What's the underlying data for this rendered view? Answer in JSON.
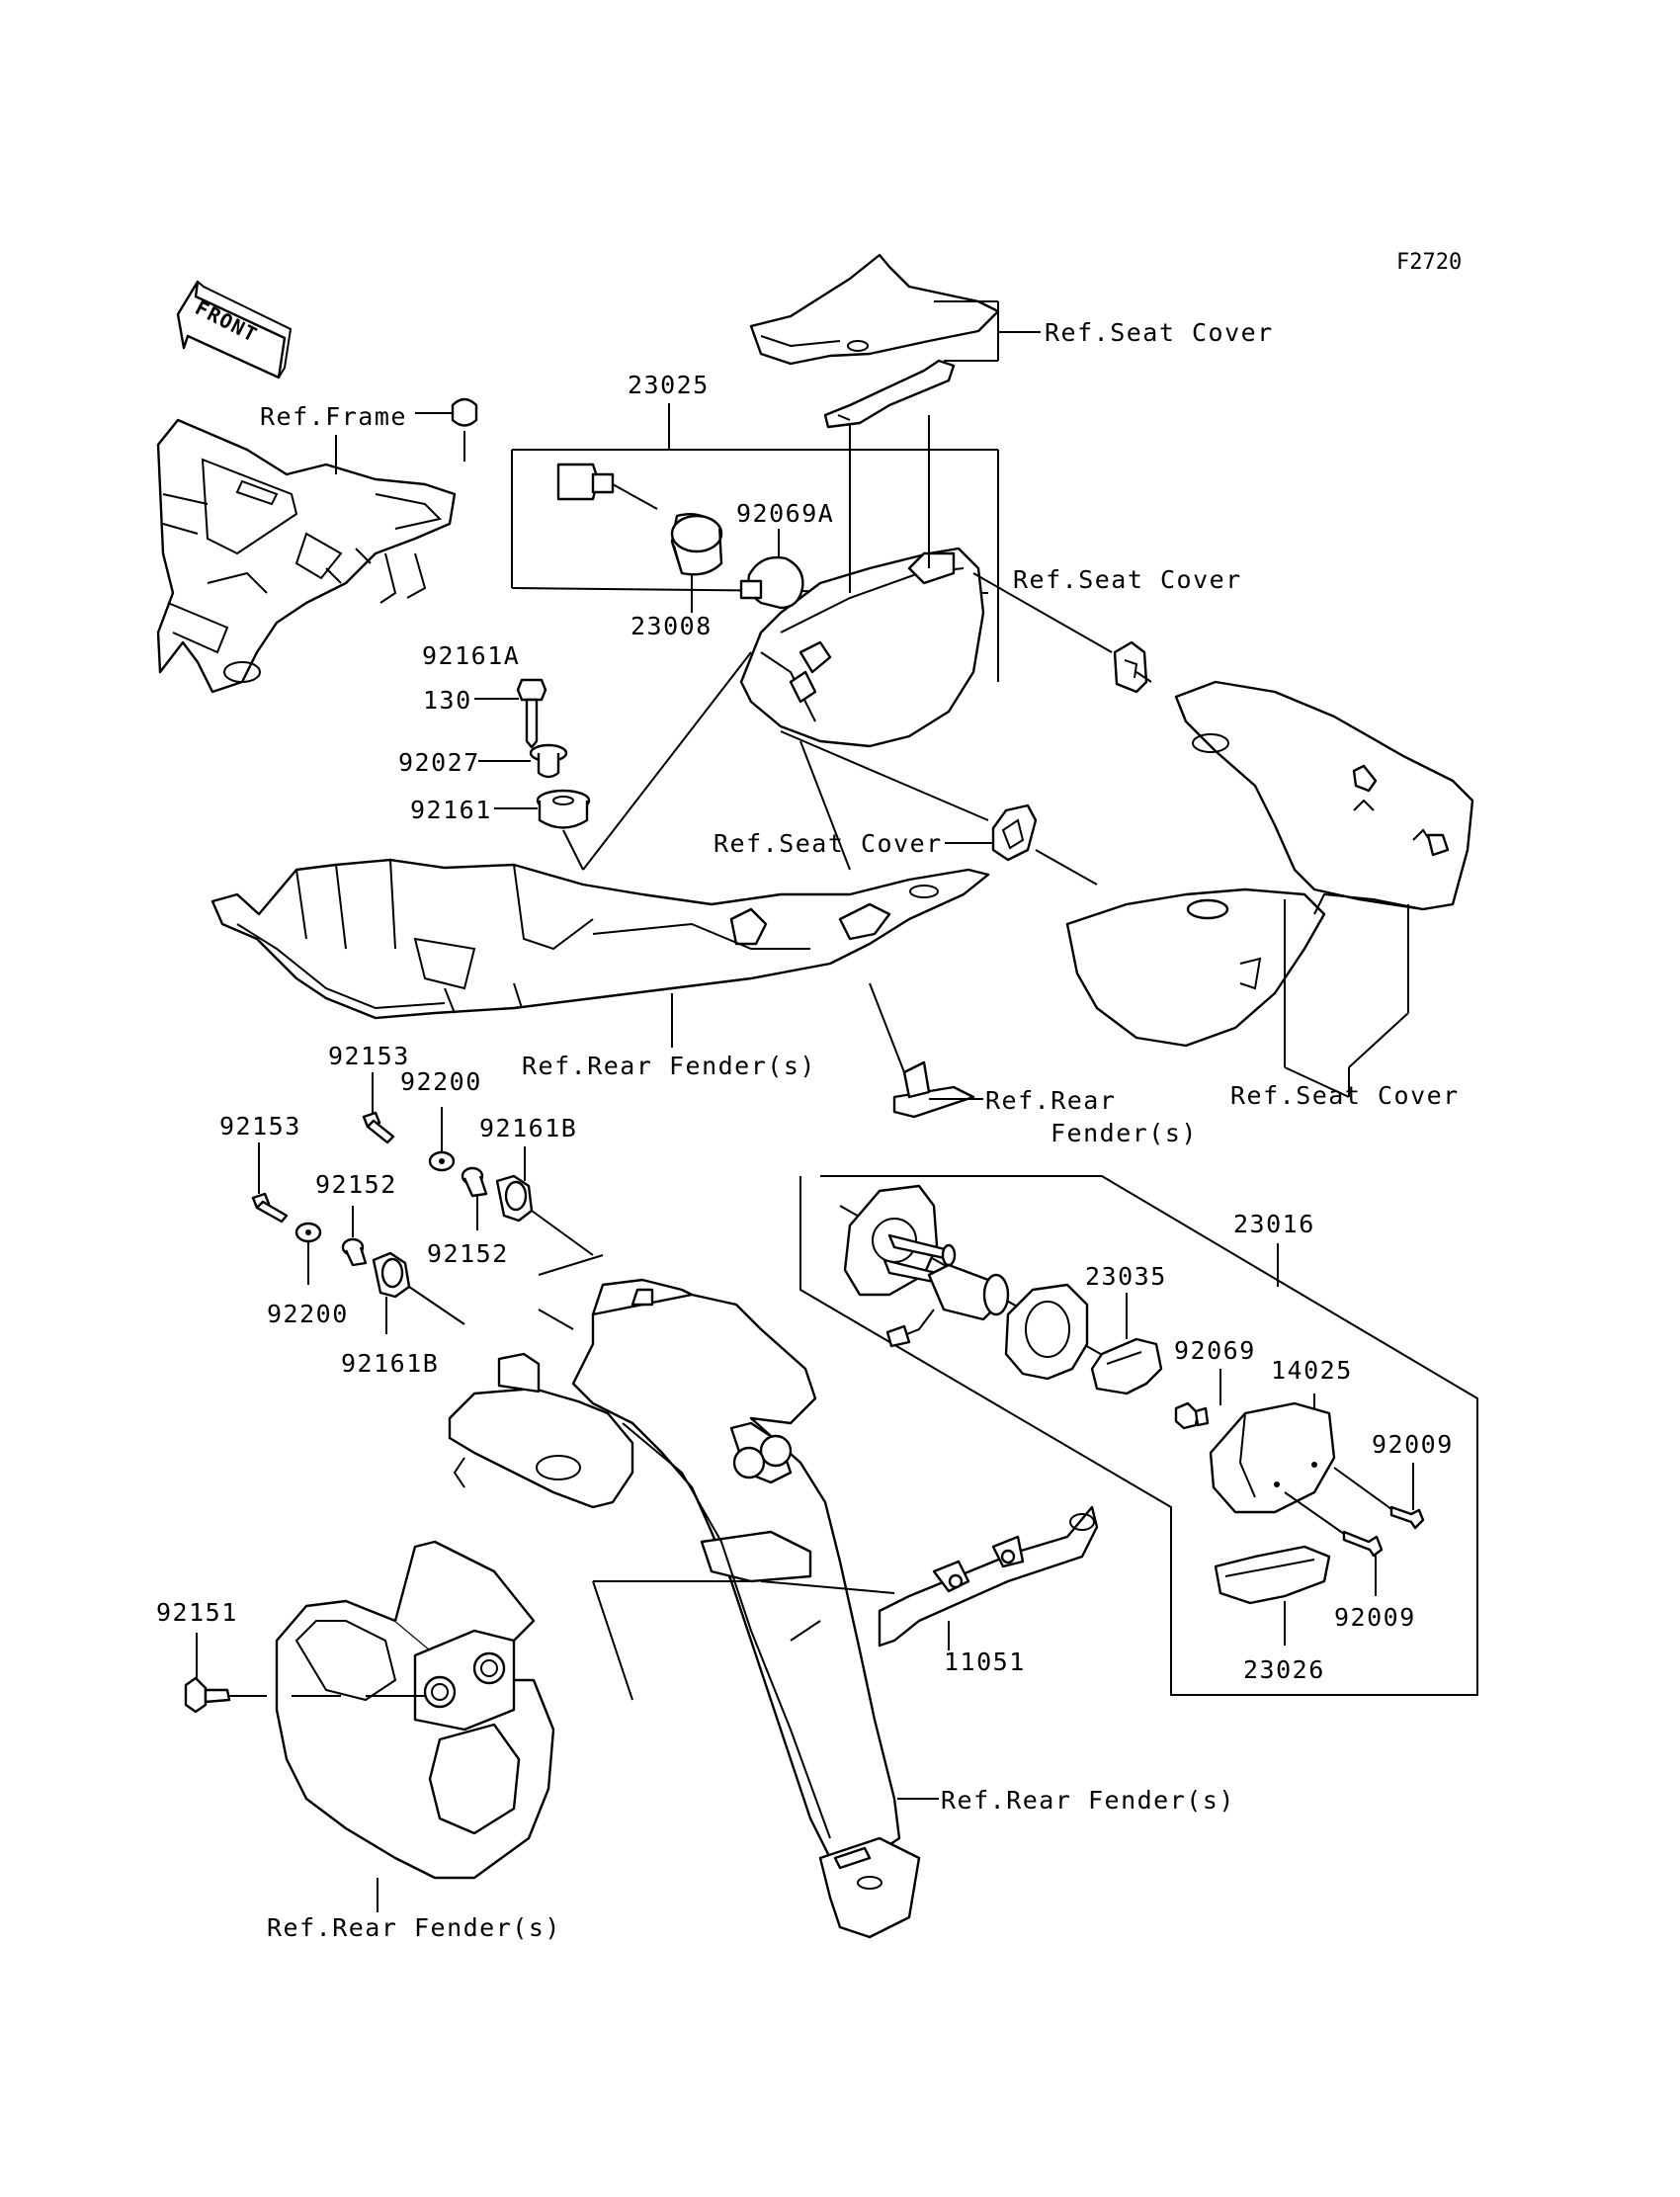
{
  "figure_code": "F2720",
  "front_arrow_text": "FRONT",
  "labels": {
    "ref_frame": "Ref.Frame",
    "ref_seat_cover_top": "Ref.Seat Cover",
    "ref_seat_cover_mid": "Ref.Seat Cover",
    "ref_seat_cover_center": "Ref.Seat Cover",
    "ref_seat_cover_right": "Ref.Seat Cover",
    "ref_rear_fender_mid": "Ref.Rear Fender(s)",
    "ref_rear_line1": "Ref.Rear",
    "ref_rear_line2": "Fender(s)",
    "ref_rear_fender_lower": "Ref.Rear Fender(s)",
    "ref_rear_fender_bottom": "Ref.Rear Fender(s)"
  },
  "part_numbers": {
    "p23025": "23025",
    "p92069A": "92069A",
    "p23008": "23008",
    "p92161A": "92161A",
    "p130": "130",
    "p92027": "92027",
    "p92161": "92161",
    "p92153a": "92153",
    "p92153b": "92153",
    "p92200a": "92200",
    "p92200b": "92200",
    "p92161Ba": "92161B",
    "p92161Bb": "92161B",
    "p92152a": "92152",
    "p92152b": "92152",
    "p23016": "23016",
    "p23035": "23035",
    "p92069": "92069",
    "p14025": "14025",
    "p92009a": "92009",
    "p92009b": "92009",
    "p23026": "23026",
    "p11051": "11051",
    "p92151": "92151"
  }
}
